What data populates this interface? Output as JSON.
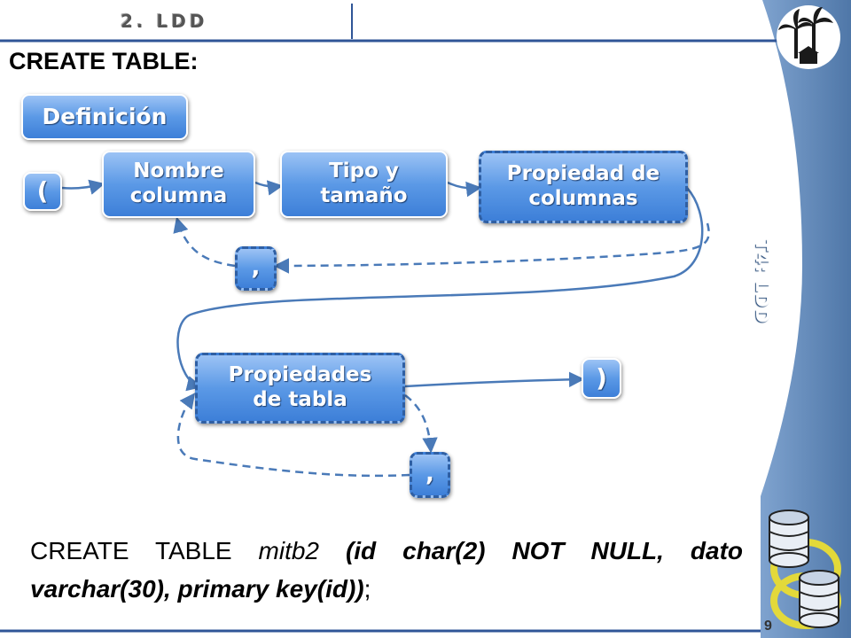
{
  "header": {
    "section_title": "2. LDD",
    "slide_heading": "CREATE TABLE:",
    "side_label": "T4: LDD"
  },
  "diagram": {
    "definition_label": "Definición",
    "open_paren": "(",
    "column_name": "Nombre columna",
    "type_size": "Tipo y tamaño",
    "column_properties": "Propiedad de columnas",
    "comma_columns": ",",
    "table_properties": "Propiedades de tabla",
    "close_paren": ")",
    "comma_table": ","
  },
  "example": {
    "kw_create": "CREATE TABLE ",
    "table_name": "mitb2",
    "col_def": " (id char(2) NOT NULL, dato varchar(30), primary key(id))",
    "terminator": ";"
  },
  "footer": {
    "page_number": "9"
  },
  "colors": {
    "accent": "#2f5597",
    "box_fill": "#4a8ae0",
    "sidebar": "#5f86b5"
  }
}
